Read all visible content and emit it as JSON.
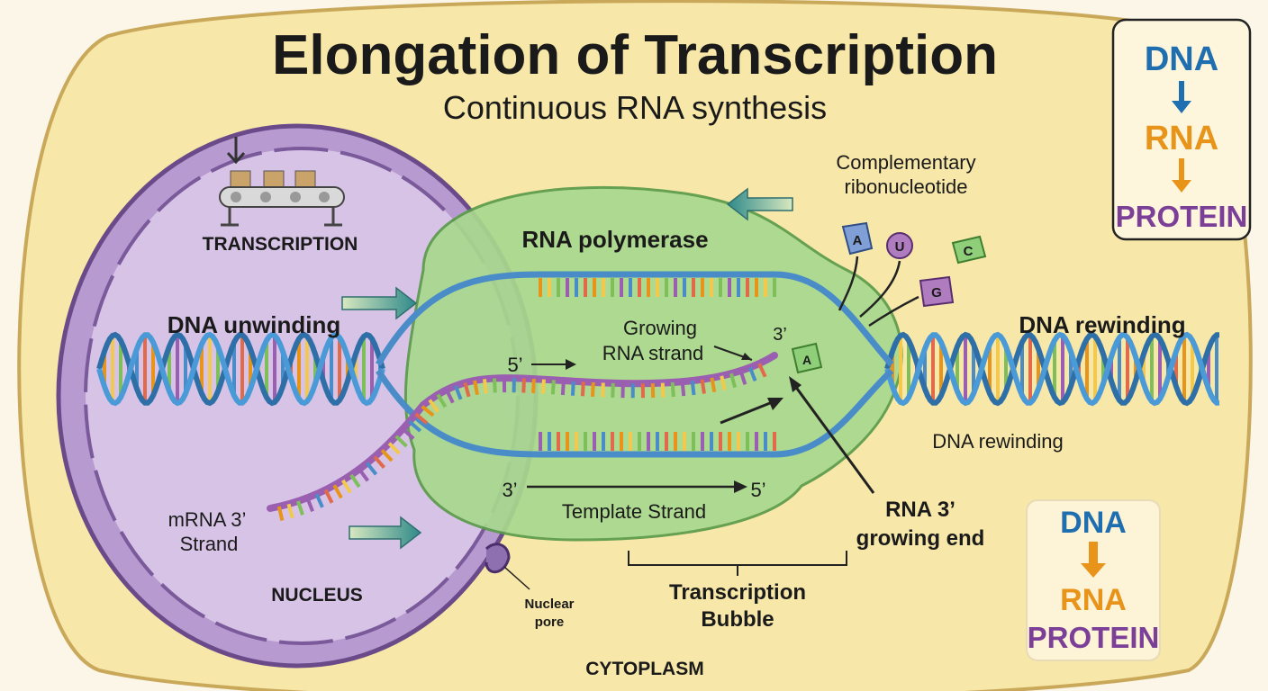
{
  "title": "Elongation of Transcription",
  "subtitle": "Continuous RNA synthesis",
  "nucleus": {
    "label": "NUCLEUS",
    "transcription_label": "TRANSCRIPTION",
    "dna_unwinding": "DNA unwinding",
    "mrna_label_1": "mRNA 3’",
    "mrna_label_2": "Strand",
    "nuclear_pore_1": "Nuclear",
    "nuclear_pore_2": "pore"
  },
  "polymerase": {
    "label": "RNA polymerase",
    "growing_1": "Growing",
    "growing_2": "RNA strand",
    "five_prime": "5’",
    "three_prime_top": "3’",
    "template_three": "3’",
    "template_five": "5’",
    "template_label": "Template Strand"
  },
  "nucleotides": {
    "label_1": "Complementary",
    "label_2": "ribonucleotide",
    "items": [
      {
        "letter": "A",
        "color": "#7f9fd6"
      },
      {
        "letter": "U",
        "color": "#b07cc0"
      },
      {
        "letter": "C",
        "color": "#8fcf7a"
      },
      {
        "letter": "G",
        "color": "#b07cc0"
      },
      {
        "letter": "A",
        "color": "#8fcf7a"
      }
    ]
  },
  "right_side": {
    "dna_rewinding_bold": "DNA rewinding",
    "dna_rewinding": "DNA rewinding",
    "rna_growing_1": "RNA 3’",
    "rna_growing_2": "growing end",
    "bubble_1": "Transcription",
    "bubble_2": "Bubble",
    "cytoplasm": "CYTOPLASM"
  },
  "dogma_top": {
    "dna": "DNA",
    "rna": "RNA",
    "protein": "PROTEIN"
  },
  "dogma_bottom": {
    "dna": "DNA",
    "rna": "RNA",
    "protein": "PROTEIN"
  },
  "colors": {
    "dna": "#1f6fb0",
    "rna": "#e8941a",
    "protein": "#7b3f98",
    "backbone": "#4a8cc8",
    "rna_strand": "#9a5fb0",
    "polymerase": "#a8d88e",
    "nucleus": "#c8b0dc",
    "cell": "#f7e7a8"
  }
}
